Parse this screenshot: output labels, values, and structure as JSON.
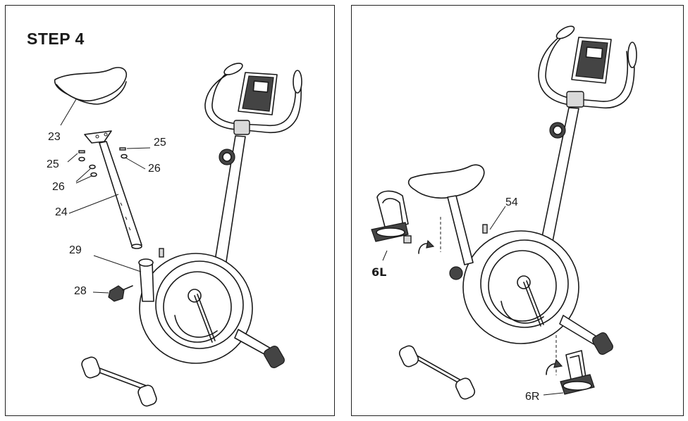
{
  "step": {
    "title": "STEP 4"
  },
  "left_labels": {
    "seat": "23",
    "bolt_right": "25",
    "washer_right": "26",
    "bolt_left": "25",
    "washer_left": "26",
    "seat_post": "24",
    "seat_post_tube": "29",
    "knob": "28"
  },
  "right_labels": {
    "strap": "54",
    "pedal_left": "6L",
    "pedal_right": "6R"
  }
}
